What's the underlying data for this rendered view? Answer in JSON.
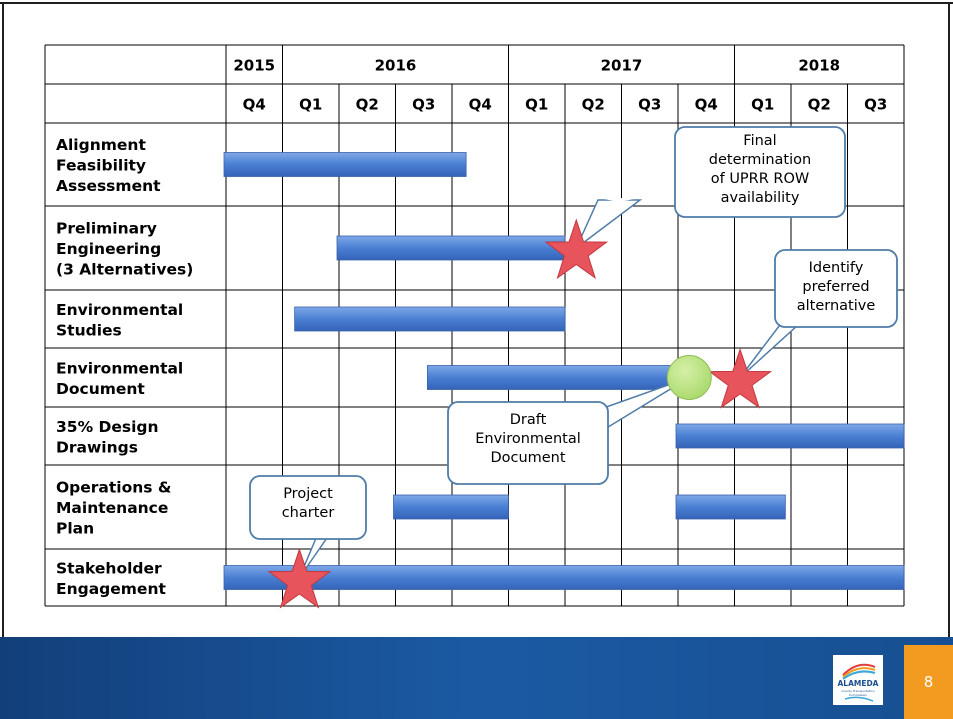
{
  "chart_data": {
    "type": "gantt",
    "columns": {
      "years": [
        {
          "label": "2015",
          "span": 1
        },
        {
          "label": "2016",
          "span": 4
        },
        {
          "label": "2017",
          "span": 4
        },
        {
          "label": "2018",
          "span": 3
        }
      ],
      "quarters": [
        "Q4",
        "Q1",
        "Q2",
        "Q3",
        "Q4",
        "Q1",
        "Q2",
        "Q3",
        "Q4",
        "Q1",
        "Q2",
        "Q3"
      ]
    },
    "tasks": [
      {
        "name": [
          "Alignment",
          "Feasibility",
          "Assessment"
        ],
        "bars": [
          {
            "start": 0,
            "end": 4.25
          }
        ]
      },
      {
        "name": [
          "Preliminary",
          "Engineering",
          "(3 Alternatives)"
        ],
        "bars": [
          {
            "start": 2,
            "end": 6
          }
        ]
      },
      {
        "name": [
          "Environmental",
          "Studies"
        ],
        "bars": [
          {
            "start": 1.25,
            "end": 6
          }
        ]
      },
      {
        "name": [
          "Environmental",
          "Document"
        ],
        "bars": [
          {
            "start": 3.6,
            "end": 8.2
          }
        ]
      },
      {
        "name": [
          "35% Design",
          "Drawings"
        ],
        "bars": [
          {
            "start": 8,
            "end": 12
          }
        ]
      },
      {
        "name": [
          "Operations &",
          "Maintenance",
          "Plan"
        ],
        "bars": [
          {
            "start": 3,
            "end": 5
          },
          {
            "start": 8,
            "end": 9.9
          }
        ]
      },
      {
        "name": [
          "Stakeholder",
          "Engagement"
        ],
        "bars": [
          {
            "start": 0,
            "end": 12
          }
        ]
      }
    ],
    "milestones": [
      {
        "shape": "star",
        "row": 1,
        "at": 6.2,
        "callout": [
          "Final",
          "determination",
          "of UPRR ROW",
          "availability"
        ]
      },
      {
        "shape": "star",
        "row": 3,
        "at": 9.1,
        "callout": [
          "Identify",
          "preferred",
          "alternative"
        ]
      },
      {
        "shape": "circle",
        "row": 3,
        "at": 8.2,
        "callout": [
          "Draft",
          "Environmental",
          "Document"
        ]
      },
      {
        "shape": "star",
        "row": 6,
        "at": 1.3,
        "callout": [
          "Project",
          "charter"
        ]
      }
    ],
    "colors": {
      "bar": "#4a7fd3",
      "star": "#e8545c",
      "circle": "#a8d86a",
      "callout_border": "#4f7ca8",
      "footer": "#1b4e8e",
      "page_badge": "#f39a21"
    }
  },
  "footer": {
    "logo_text": "ALAMEDA",
    "logo_sub": [
      "County Transportation",
      "Commission"
    ],
    "page_number": "8"
  }
}
